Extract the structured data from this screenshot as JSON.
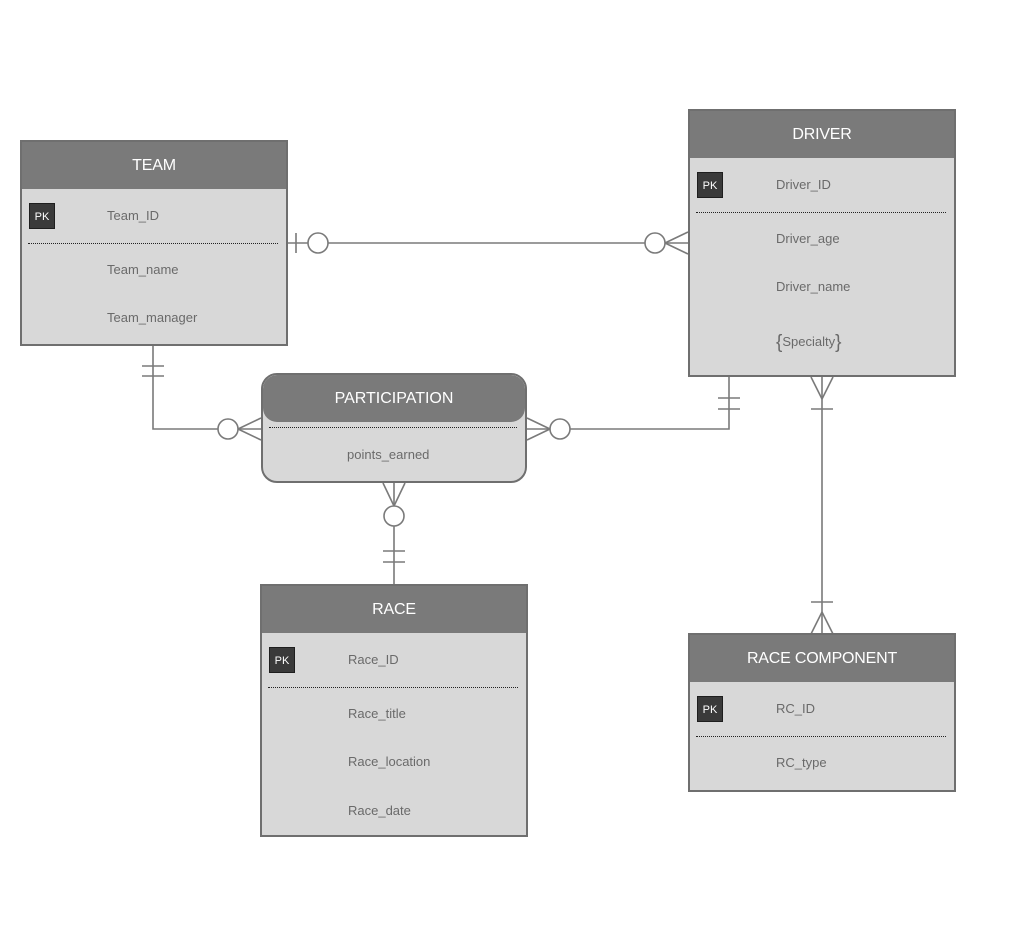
{
  "entities": {
    "team": {
      "title": "TEAM",
      "pk_label": "PK",
      "pk": "Team_ID",
      "attrs": [
        "Team_name",
        "Team_manager"
      ]
    },
    "driver": {
      "title": "DRIVER",
      "pk_label": "PK",
      "pk": "Driver_ID",
      "attrs": [
        "Driver_age",
        "Driver_name"
      ],
      "multivalued": "Specialty"
    },
    "participation": {
      "title": "PARTICIPATION",
      "attrs": [
        "points_earned"
      ]
    },
    "race": {
      "title": "RACE",
      "pk_label": "PK",
      "pk": "Race_ID",
      "attrs": [
        "Race_title",
        "Race_location",
        "Race_date"
      ]
    },
    "race_component": {
      "title": "RACE COMPONENT",
      "pk_label": "PK",
      "pk": "RC_ID",
      "attrs": [
        "RC_type"
      ]
    }
  },
  "relationships": [
    {
      "from": "TEAM",
      "to": "DRIVER",
      "from_end": "one-or-zero",
      "to_end": "zero-or-many"
    },
    {
      "from": "TEAM",
      "to": "PARTICIPATION",
      "from_end": "exactly-one",
      "to_end": "zero-or-many"
    },
    {
      "from": "DRIVER",
      "to": "PARTICIPATION",
      "from_end": "exactly-one",
      "to_end": "zero-or-many"
    },
    {
      "from": "RACE",
      "to": "PARTICIPATION",
      "from_end": "exactly-one",
      "to_end": "zero-or-many"
    },
    {
      "from": "DRIVER",
      "to": "RACE COMPONENT",
      "from_end": "one-or-many",
      "to_end": "one-or-many"
    }
  ],
  "colors": {
    "header": "#7a7a7a",
    "body": "#d8d8d8",
    "border": "#6f6f6f",
    "pk": "#3a3a3a",
    "text": "#6a6a6a",
    "line": "#777777"
  }
}
